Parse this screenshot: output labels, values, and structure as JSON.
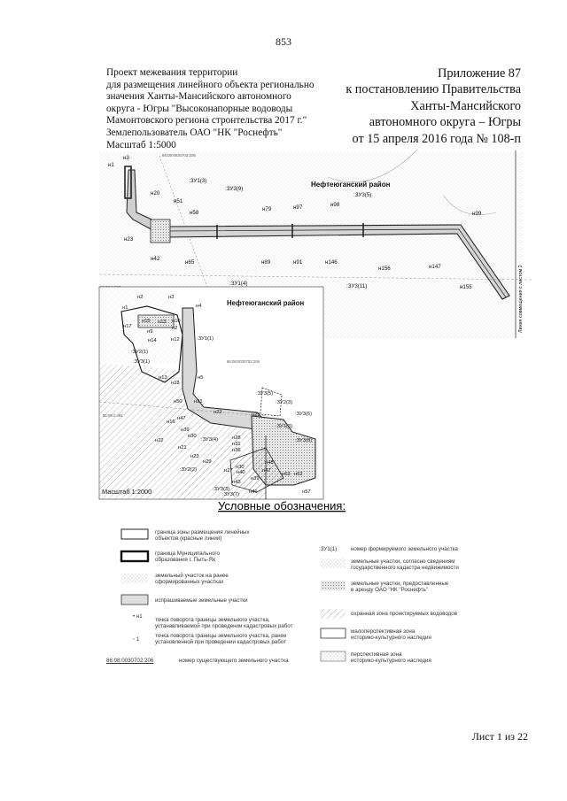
{
  "page_number": "853",
  "header": {
    "project_lines": [
      "Проект межевания территории",
      "для размещения линейного объекта регионально",
      "значения Ханты-Мансийского автономного",
      "округа - Югры \"Высоконапорные водоводы",
      "Мамонтовского региона стронтельства 2017 г.\"",
      "Землепользователь ОАО \"НК \"Роснефть\"",
      "Масштаб 1:5000"
    ],
    "appendix_lines": [
      "Приложение 87",
      "к постановлению Правительства",
      "Ханты-Мансийского",
      "автономного округа – Югры",
      "от 15 апреля 2016 года № 108-п"
    ]
  },
  "main_map": {
    "district_label": "Нефтеюганский район",
    "side_note": "Линия совмещения с листом 2",
    "cadastral_number_top": "86:08:0030702:206",
    "cadastral_number_mid": "86:08:2.237",
    "labels": [
      "н3",
      "н1",
      "н20",
      "н51",
      ":ЗУ1(3)",
      ":ЗУ3(9)",
      "н58",
      "н79",
      "н97",
      "н98",
      ":ЗУ3(5)",
      "н99",
      "н23",
      "н42",
      "н65",
      "н89",
      "н91",
      "н146",
      "н156",
      "н147",
      ":ЗУ1(4)",
      ":ЗУ3(11)",
      "н155"
    ]
  },
  "inset_map": {
    "district_label": "Нефтеюганский район",
    "scale": "Масштаб 1:2000",
    "cadastral_numbers": [
      "86:08:0030702:206",
      "86:08:2.491"
    ],
    "labels": [
      "н2",
      "н3",
      "н1",
      "н4",
      "н15",
      "н13",
      "н10",
      "н17",
      "н9",
      "н2",
      "н14",
      "н12",
      ":ЗУ1(1)",
      ":ЗУ2(1)",
      ":ЗУ3(1)",
      "н13",
      "н18",
      "н5",
      ":ЗУ3(5)",
      ":ЗУ2(3)",
      "н50",
      "н21",
      "н22",
      "н23",
      ":ЗУ3(6)",
      "н16",
      "н47",
      "н39",
      "н30",
      ":ЗУ3(4)",
      "н28",
      ":ЗУ1(3)",
      "н22",
      "н31",
      ":ЗУ3(8)",
      "н21",
      "н36",
      "н23",
      "н29",
      "н48",
      ":ЗУ2(2)",
      "н27",
      "н30",
      "н40",
      "н47",
      "н63",
      "н62",
      "н43",
      "н39",
      ":ЗУ3(3)",
      ":ЗУ3(7)",
      "н41",
      "н57"
    ]
  },
  "legend": {
    "heading": "Условные обозначения:",
    "left_items": [
      "граница зоны размещения линейных\nобъектов (красные линии)",
      "граница Муниципального\nобразования г. Пыть-Ях",
      "земельный участок на ранее\nсформированных участках",
      "испрашиваемые земельные участки",
      "точка поворота границы земельного участка,\nустанавливаемой при проведении кадастровых работ",
      "точка поворота границы земельного участка, ранее\nустановленной при проведении кадастровых работ",
      "номер существующего земельного участка"
    ],
    "left_markers": [
      "",
      "",
      "",
      "",
      "• н1",
      "◦ 1",
      "86:08:0030702:206"
    ],
    "right_items": [
      "номер формируемого земельного участка",
      "земельные участки, согласно сведениям\nгосударственного кадастра недвижимости",
      "земельные участки, предоставленные\nв аренду ОАО \"НК \"Роснефть\"",
      "охранная зона проектируемых водоводов",
      "малоперспективная зона\nисторико-культурного наследия",
      "перспективная зона\nисторико-культурного наследия"
    ],
    "right_markers": [
      ":ЗУ1(1)",
      "",
      "",
      "",
      "",
      ""
    ]
  },
  "footer": "Лист 1 из 22"
}
